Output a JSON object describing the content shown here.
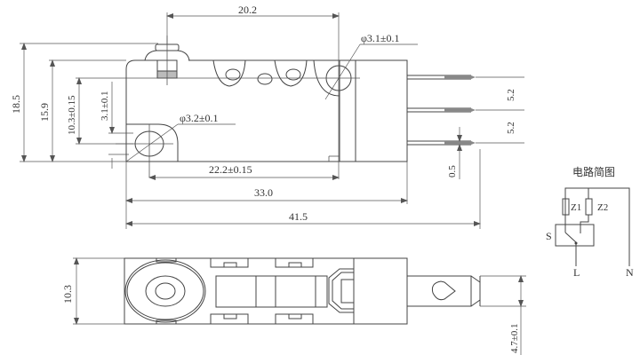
{
  "drawing": {
    "subject": "Microswitch dimension drawing",
    "front_view": {
      "dimensions": {
        "top_width": "20.2",
        "hole_right_dia": "φ3.1±0.1",
        "hole_left_dia": "φ3.2±0.1",
        "overall_height": "18.5",
        "body_height": "15.9",
        "hole_spacing_v": "10.3±0.15",
        "hole_offset_v": "3.1±0.1",
        "hole_spacing_h": "22.2±0.15",
        "body_length": "33.0",
        "overall_length": "41.5",
        "terminal_pitch_1": "5.2",
        "terminal_pitch_2": "5.2",
        "terminal_thickness": "0.5"
      }
    },
    "bottom_view": {
      "dimensions": {
        "body_width": "10.3",
        "terminal_width": "4.7±0.1"
      }
    },
    "circuit": {
      "title": "电路简图",
      "labels": {
        "z1": "Z1",
        "z2": "Z2",
        "s": "S",
        "l": "L",
        "n": "N"
      }
    }
  }
}
